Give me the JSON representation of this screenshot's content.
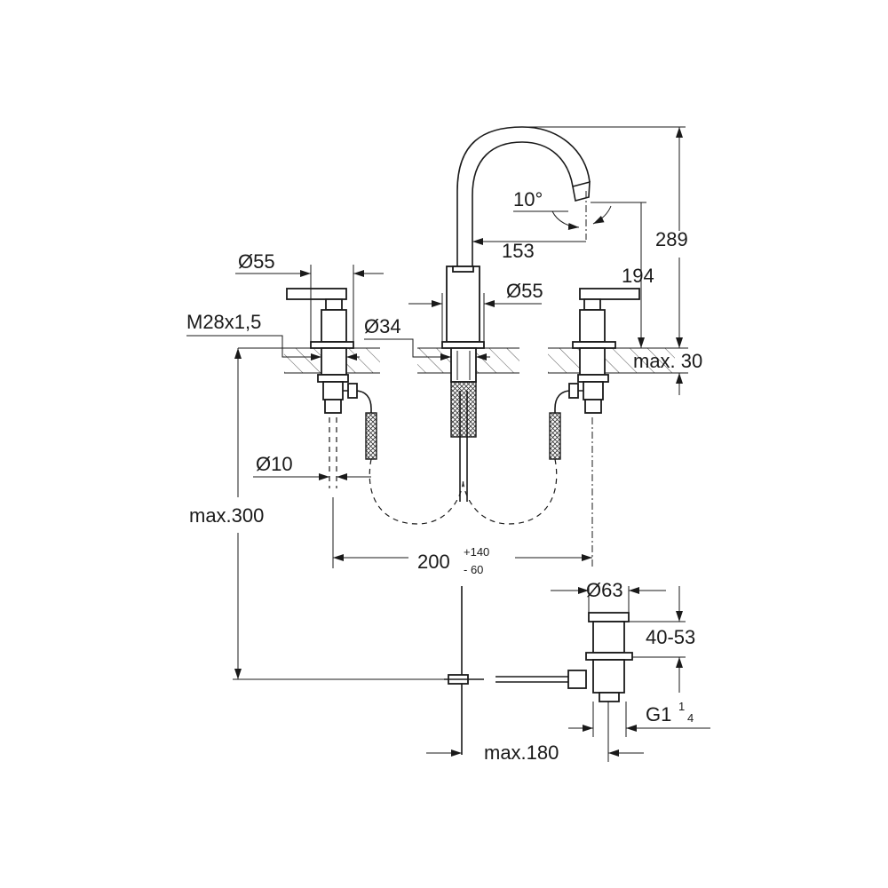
{
  "drawing": {
    "labels": {
      "handle_diameter": "Ø55",
      "thread": "M28x1,5",
      "hole_diameter": "Ø34",
      "spout_base_diameter": "Ø55",
      "spout_angle": "10°",
      "spout_reach": "153",
      "spout_outlet_height": "194",
      "total_height": "289",
      "deck_thickness": "max. 30",
      "supply_diameter": "Ø10",
      "max_depth": "max.300",
      "spacing": "200",
      "spacing_tol_plus": "+140",
      "spacing_tol_minus": "- 60",
      "drain_diameter": "Ø63",
      "drain_range": "40-53",
      "drain_thread": "G1",
      "drain_thread_fraction_num": "1",
      "drain_thread_fraction_den": "4",
      "rod_reach": "max.180"
    }
  }
}
